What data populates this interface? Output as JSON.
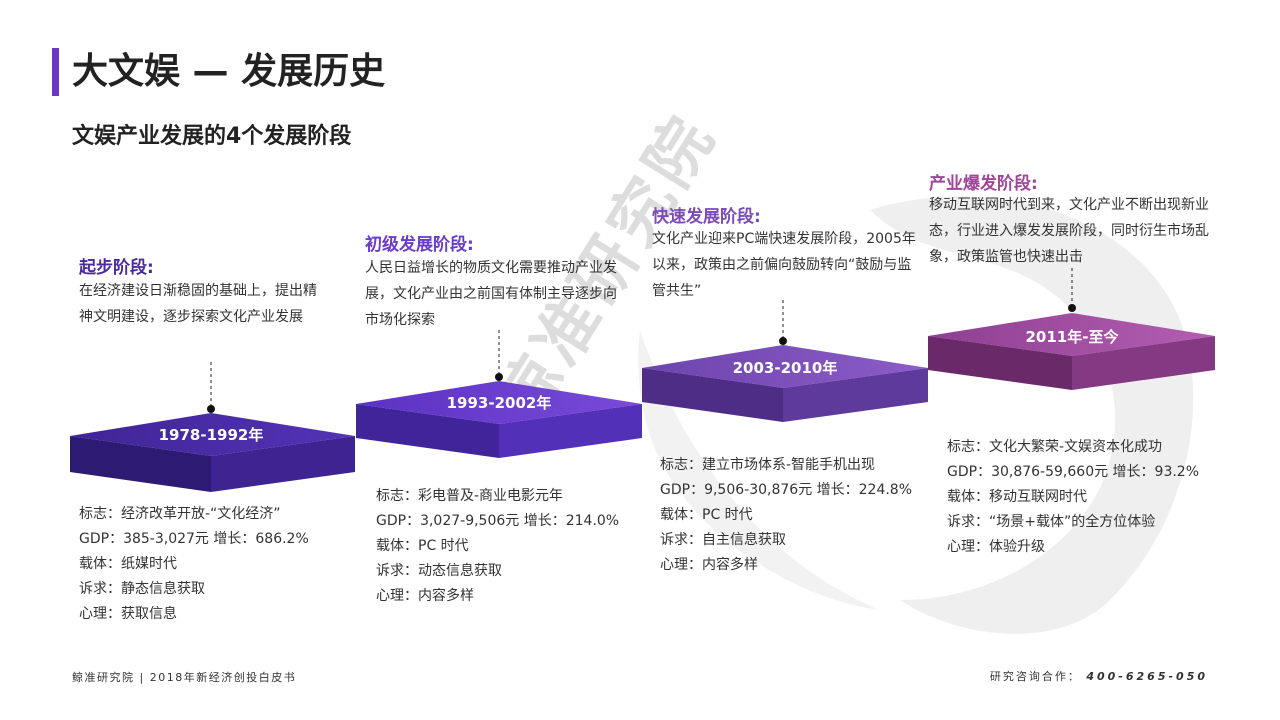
{
  "header": {
    "title": "大文娱 — 发展历史",
    "subtitle": "文娱产业发展的4个发展阶段"
  },
  "watermark": {
    "text": "鲸准研究院"
  },
  "colors": {
    "accent": "#6b36c9",
    "stage1": "#4a2ba0",
    "stage2": "#6a3bcf",
    "stage3": "#7b4bb8",
    "stage4": "#a0469a"
  },
  "stages": [
    {
      "heading": "起步阶段:",
      "description": "在经济建设日渐稳固的基础上，提出精神文明建设，逐步探索文化产业发展",
      "period": "1978-1992年",
      "meta": [
        "标志：经济改革开放-“文化经济”",
        "GDP：385-3,027元 增长：686.2%",
        "载体：纸媒时代",
        "诉求：静态信息获取",
        "心理：获取信息"
      ]
    },
    {
      "heading": "初级发展阶段:",
      "description": "人民日益增长的物质文化需要推动产业发展，文化产业由之前国有体制主导逐步向市场化探索",
      "period": "1993-2002年",
      "meta": [
        "标志：彩电普及-商业电影元年",
        "GDP：3,027-9,506元 增长：214.0%",
        "载体：PC 时代",
        "诉求：动态信息获取",
        "心理：内容多样"
      ]
    },
    {
      "heading": "快速发展阶段:",
      "description": "文化产业迎来PC端快速发展阶段，2005年以来，政策由之前偏向鼓励转向“鼓励与监管共生”",
      "period": "2003-2010年",
      "meta": [
        "标志：建立市场体系-智能手机出现",
        "GDP：9,506-30,876元 增长：224.8%",
        "载体：PC 时代",
        "诉求：自主信息获取",
        "心理：内容多样"
      ]
    },
    {
      "heading": "产业爆发阶段:",
      "description": "移动互联网时代到来，文化产业不断出现新业态，行业进入爆发发展阶段，同时衍生市场乱象，政策监管也快速出击",
      "period": "2011年-至今",
      "meta": [
        "标志：文化大繁荣-文娱资本化成功",
        "GDP：30,876-59,660元 增长：93.2%",
        "载体：移动互联网时代",
        "诉求：“场景+载体”的全方位体验",
        "心理：体验升级"
      ]
    }
  ],
  "footer": {
    "left": "鲸准研究院 | 2018年新经济创投白皮书",
    "right_label": "研究咨询合作：",
    "right_phone": "400-6265-050"
  }
}
